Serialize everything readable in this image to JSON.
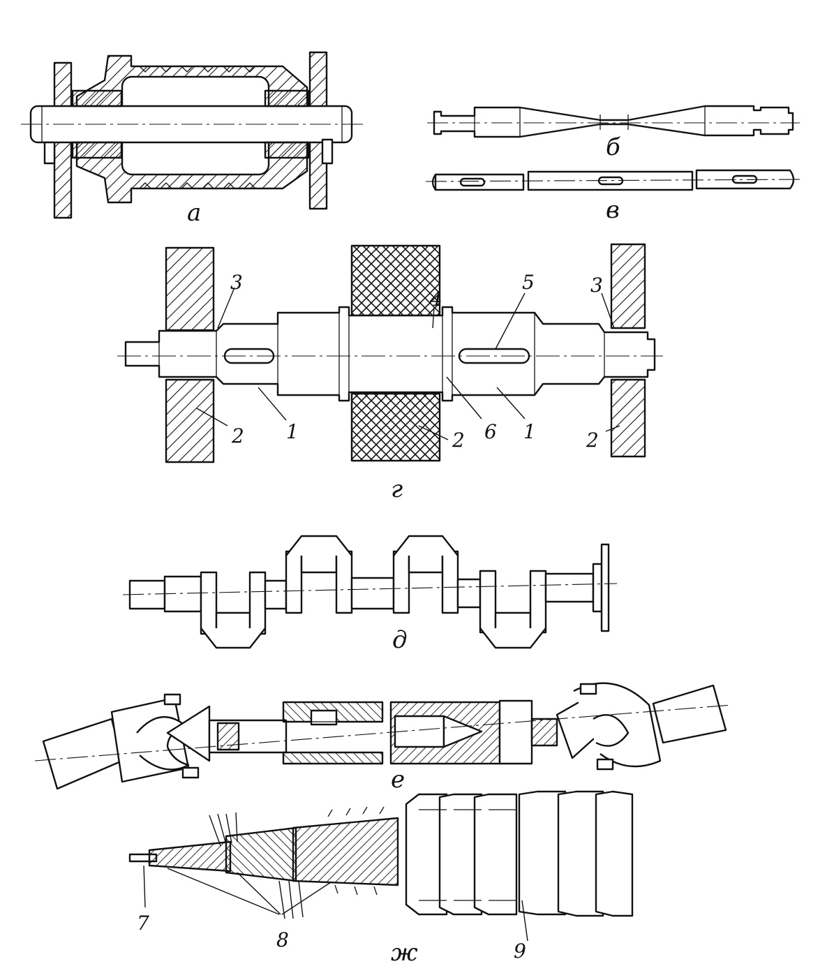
{
  "figure": {
    "subfigures": {
      "a": "а",
      "b": "б",
      "v": "в",
      "g": "г",
      "d": "д",
      "e": "е",
      "zh": "ж"
    },
    "g_callouts": {
      "journal_left": "3",
      "journal_right": "3",
      "hub_mid": "4",
      "keyway": "5",
      "support_left": "2",
      "support_mid": "2",
      "support_right": "2",
      "keyseat_left": "1",
      "keyseat_right": "1",
      "shoulder": "6"
    },
    "zh_callouts": {
      "core_wire": "7",
      "wire_layers": "8",
      "armor": "9"
    }
  }
}
